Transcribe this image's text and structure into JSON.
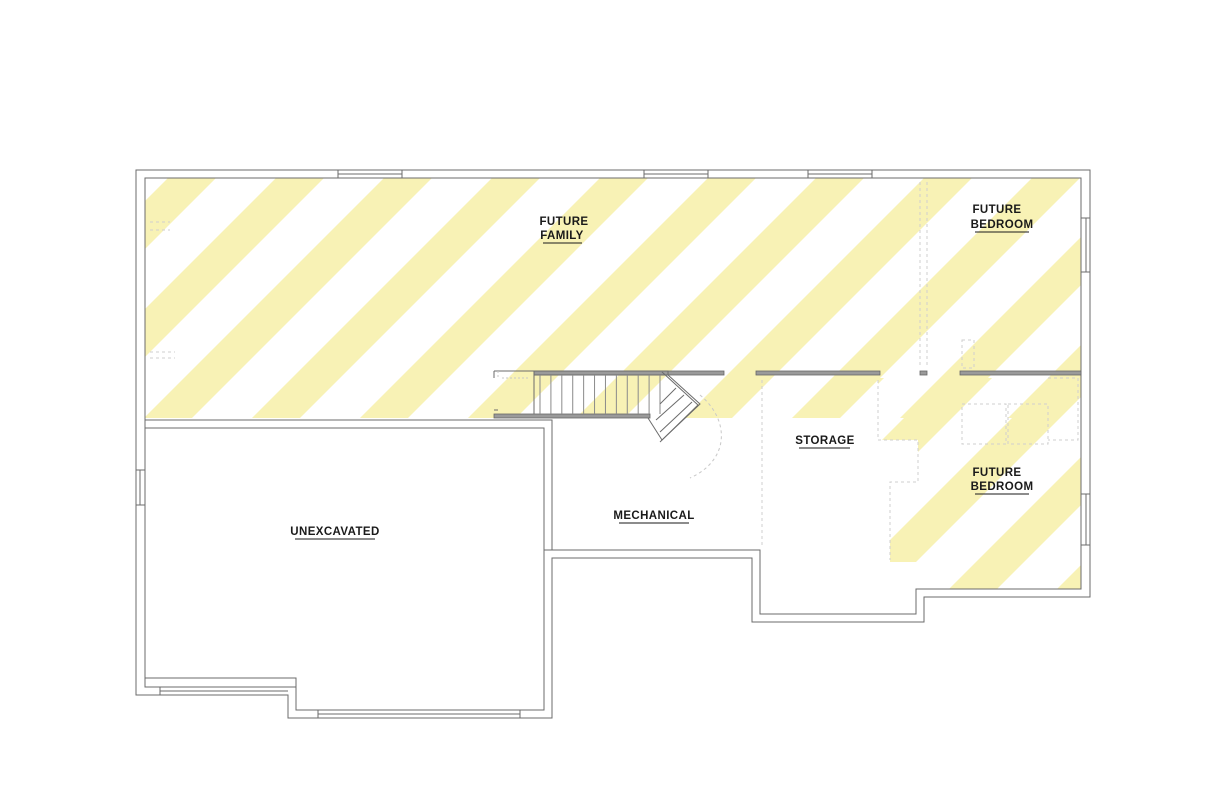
{
  "colors": {
    "wall_stroke": "#6b6b6b",
    "wall_fill": "#ffffff",
    "hatch": "#f8f2b5",
    "partition": "#7d7d7d",
    "dashed": "#c8c8c8"
  },
  "rooms": {
    "future_family": {
      "line1": "FUTURE",
      "line2": "FAMILY"
    },
    "future_bedroom_top": {
      "line1": "FUTURE",
      "line2": "BEDROOM"
    },
    "future_bedroom_bottom": {
      "line1": "FUTURE",
      "line2": "BEDROOM"
    },
    "storage": {
      "line1": "STORAGE"
    },
    "mechanical": {
      "line1": "MECHANICAL"
    },
    "unexcavated": {
      "line1": "UNEXCAVATED"
    }
  },
  "stair": {
    "tread_count": 12
  }
}
